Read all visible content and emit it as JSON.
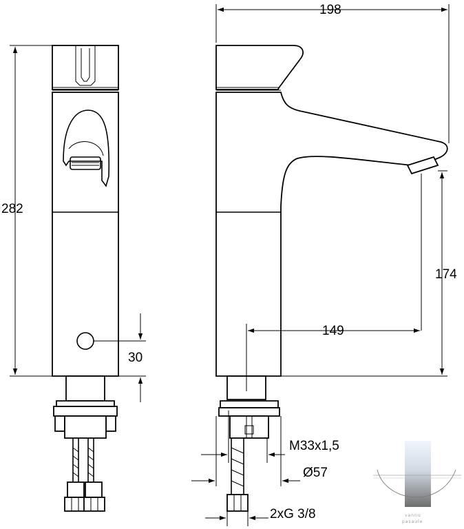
{
  "dimensions": {
    "width_total": "198",
    "height_total": "282",
    "spout_height": "174",
    "spout_reach": "149",
    "inlet_height": "30",
    "thread": "M33x1,5",
    "diameter": "Ø57",
    "connection": "2xG 3/8"
  },
  "watermark": {
    "line1": "vannu",
    "line2": "pasaule"
  }
}
